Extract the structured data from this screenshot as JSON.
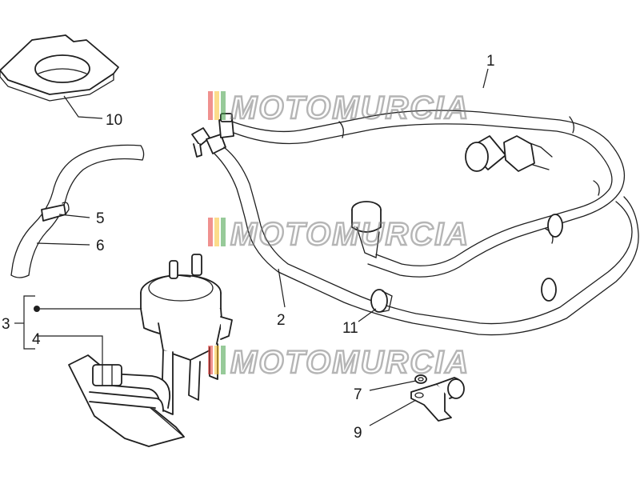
{
  "watermark": {
    "text": "MOTOMURCIA",
    "stripe_colors": [
      "#e53935",
      "#fbc02d",
      "#43a047"
    ]
  },
  "callouts": {
    "c1": "1",
    "c2": "2",
    "c3": "3",
    "c4": "4",
    "c5": "5",
    "c6": "6",
    "c7": "7",
    "c9": "9",
    "c10": "10",
    "c11": "11"
  }
}
